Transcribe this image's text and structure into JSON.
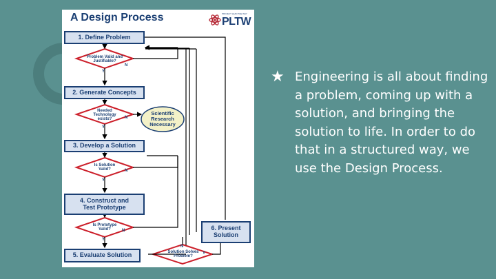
{
  "diagram": {
    "title": "A Design Process",
    "logo": {
      "text": "PLTW",
      "tagline": "PROJECT LEAD THE WAY",
      "icon": "atom-icon"
    },
    "steps": [
      "1. Define Problem",
      "2. Generate Concepts",
      "3. Develop a Solution",
      "4. Construct and Test Prototype",
      "5. Evaluate Solution",
      "6. Present Solution"
    ],
    "decisions": [
      "Problem Valid and Justifiable?",
      "Needed Technology exists?",
      "Is Solution Valid?",
      "Is Prototype Valid?",
      "Solution Solves Problem?"
    ],
    "yes": "Y",
    "no": "N",
    "research_note": "Scientific Research Necessary"
  },
  "bullet": {
    "icon": "star-icon",
    "text": "Engineering is all about finding a problem, coming up with a solution, and bringing the solution to life. In order to do that in a structured way, we use the Design Process."
  },
  "colors": {
    "background": "#5a9190",
    "navy": "#1b3f73",
    "step_fill": "#d7e1f0",
    "diamond_stroke": "#cc1f2a",
    "bubble_fill": "#f3f1c8",
    "text": "#ffffff"
  }
}
